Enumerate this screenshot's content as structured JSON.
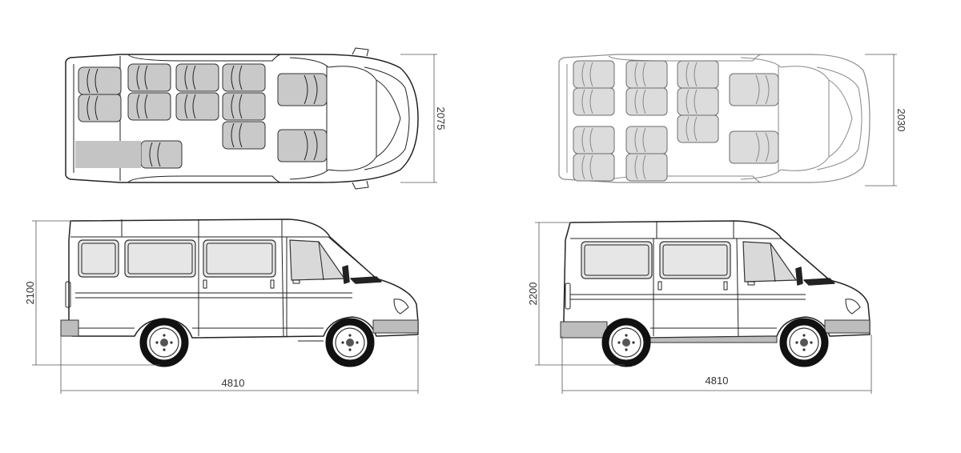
{
  "diagram": {
    "variants": [
      {
        "id": "left-van",
        "width_label": "2075",
        "height_label": "2100",
        "length_label": "4810"
      },
      {
        "id": "right-van",
        "width_label": "2030",
        "height_label": "2200",
        "length_label": "4810"
      }
    ],
    "colors": {
      "outline": "#222222",
      "seat_fill": "#c9c9c9",
      "cargo_fill": "#c4c4c4",
      "dimension_line": "#555555"
    }
  }
}
